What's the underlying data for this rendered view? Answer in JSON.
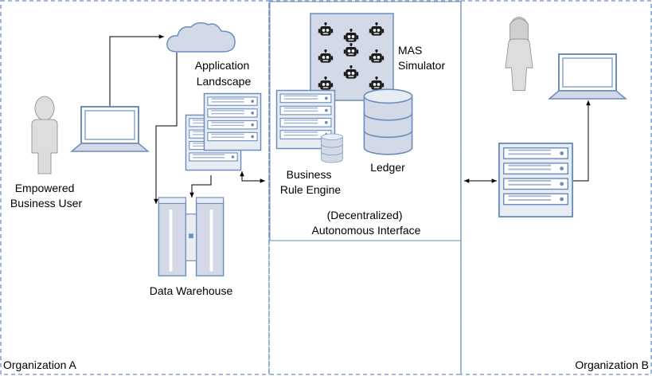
{
  "zones": {
    "org_a": "Organization A",
    "org_b": "Organization B"
  },
  "nodes": {
    "application_landscape": [
      "Application",
      "Landscape"
    ],
    "empowered_business_user": [
      "Empowered",
      "Business User"
    ],
    "data_warehouse": "Data Warehouse",
    "mas_simulator": [
      "MAS",
      "Simulator"
    ],
    "business_rule_engine": [
      "Business",
      "Rule Engine"
    ],
    "ledger": "Ledger",
    "autonomous_interface": [
      "(Decentralized)",
      "Autonomous Interface"
    ]
  },
  "icons": {
    "user_a": "user-icon",
    "user_b": "user-icon",
    "laptop_a": "laptop-icon",
    "laptop_b": "laptop-icon",
    "cloud": "cloud-icon",
    "servers_a": "server-rack-icon",
    "server_b": "server-rack-icon",
    "warehouse": "data-warehouse-icon",
    "robots": "robot-icon",
    "rule_engine": "server-rack-icon",
    "database": "database-icon",
    "ledger": "database-icon"
  },
  "colors": {
    "stroke": "#6c8ebf",
    "icon_fill": "#d3d9e6",
    "icon_light": "#e8ecf3",
    "person_fill": "#dddddd",
    "robot": "#1a1a1a"
  }
}
